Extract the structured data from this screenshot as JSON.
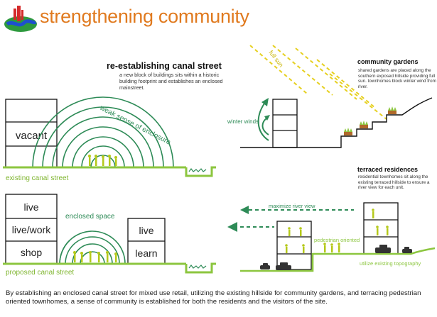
{
  "header": {
    "title": "strengthening community",
    "logo_icon": "canal-river-logo-icon"
  },
  "canal_section": {
    "heading": "re-establishing canal street",
    "description": "a new block of buildings sits within a historic building footprint and establishes an enclosed mainstreet."
  },
  "existing_diagram": {
    "building_label": "vacant",
    "arc_label": "weak sense of enclosure",
    "street_label": "existing canal street"
  },
  "proposed_diagram": {
    "left_floors": [
      "live",
      "live/work",
      "shop"
    ],
    "right_floors": [
      "live",
      "learn"
    ],
    "arc_label": "enclosed space",
    "street_label": "proposed canal street"
  },
  "gardens_section": {
    "heading": "community gardens",
    "description": "shared gardens are placed along the southern exposed hillside providing full sun. townhomes block winter wind from river.",
    "sun_label": "full sun",
    "wind_label": "winter winds"
  },
  "terraced_section": {
    "heading": "terraced residences",
    "description": "residential townhomes sit along the existing terraced hillside to ensure a river view for each unit.",
    "view_label": "maximize river view",
    "pedestrian_label": "pedestrian oriented",
    "topo_label": "utilize existing topography"
  },
  "caption": "By establishing an enclosed canal street for mixed use retail, utilizing the existing hillside for community gardens, and terracing pedestrian oriented townhomes, a sense of community is established for both the residents and the visitors of the site.",
  "colors": {
    "title": "#e07a1f",
    "green": "#2e8b57",
    "lime": "#8cc63f",
    "sun": "#e6d020"
  }
}
